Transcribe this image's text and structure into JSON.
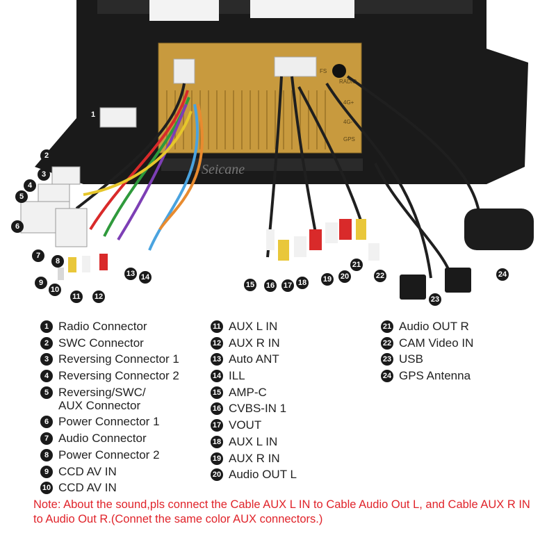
{
  "photo": {
    "brand": "Seicane",
    "labels": {
      "radio": "RADIO",
      "fm1": "4G+",
      "fm2": "4G-",
      "gps": "GPS",
      "fs": "FS"
    }
  },
  "callouts": [
    "1",
    "2",
    "3",
    "4",
    "5",
    "6",
    "7",
    "8",
    "9",
    "10",
    "11",
    "12",
    "13",
    "14",
    "15",
    "16",
    "17",
    "18",
    "19",
    "20",
    "21",
    "22",
    "23",
    "24"
  ],
  "legend": {
    "col1": [
      {
        "num": "1",
        "label": "Radio Connector"
      },
      {
        "num": "2",
        "label": "SWC Connector"
      },
      {
        "num": "3",
        "label": "Reversing Connector 1"
      },
      {
        "num": "4",
        "label": "Reversing Connector 2"
      },
      {
        "num": "5",
        "label": "Reversing/SWC/\nAUX Connector"
      },
      {
        "num": "6",
        "label": "Power Connector 1"
      },
      {
        "num": "7",
        "label": "Audio Connector"
      },
      {
        "num": "8",
        "label": "Power Connector 2"
      },
      {
        "num": "9",
        "label": "CCD AV IN"
      },
      {
        "num": "10",
        "label": "CCD AV IN"
      }
    ],
    "col2": [
      {
        "num": "11",
        "label": "AUX L IN"
      },
      {
        "num": "12",
        "label": "AUX R IN"
      },
      {
        "num": "13",
        "label": "Auto ANT"
      },
      {
        "num": "14",
        "label": "ILL"
      },
      {
        "num": "15",
        "label": "AMP-C"
      },
      {
        "num": "16",
        "label": "CVBS-IN 1"
      },
      {
        "num": "17",
        "label": "VOUT"
      },
      {
        "num": "18",
        "label": "AUX L IN"
      },
      {
        "num": "19",
        "label": "AUX R IN"
      },
      {
        "num": "20",
        "label": "Audio OUT L"
      }
    ],
    "col3": [
      {
        "num": "21",
        "label": "Audio OUT R"
      },
      {
        "num": "22",
        "label": "CAM Video IN"
      },
      {
        "num": "23",
        "label": "USB"
      },
      {
        "num": "24",
        "label": "GPS Antenna"
      }
    ]
  },
  "note": "Note: About the sound,pls connect the Cable AUX L IN to Cable Audio Out L, and Cable AUX R IN to  Audio Out R.(Connet the same color AUX connectors.)",
  "colors": {
    "note": "#e0232a",
    "chassis": "#c89a3e",
    "panel": "#1c1c1c"
  }
}
